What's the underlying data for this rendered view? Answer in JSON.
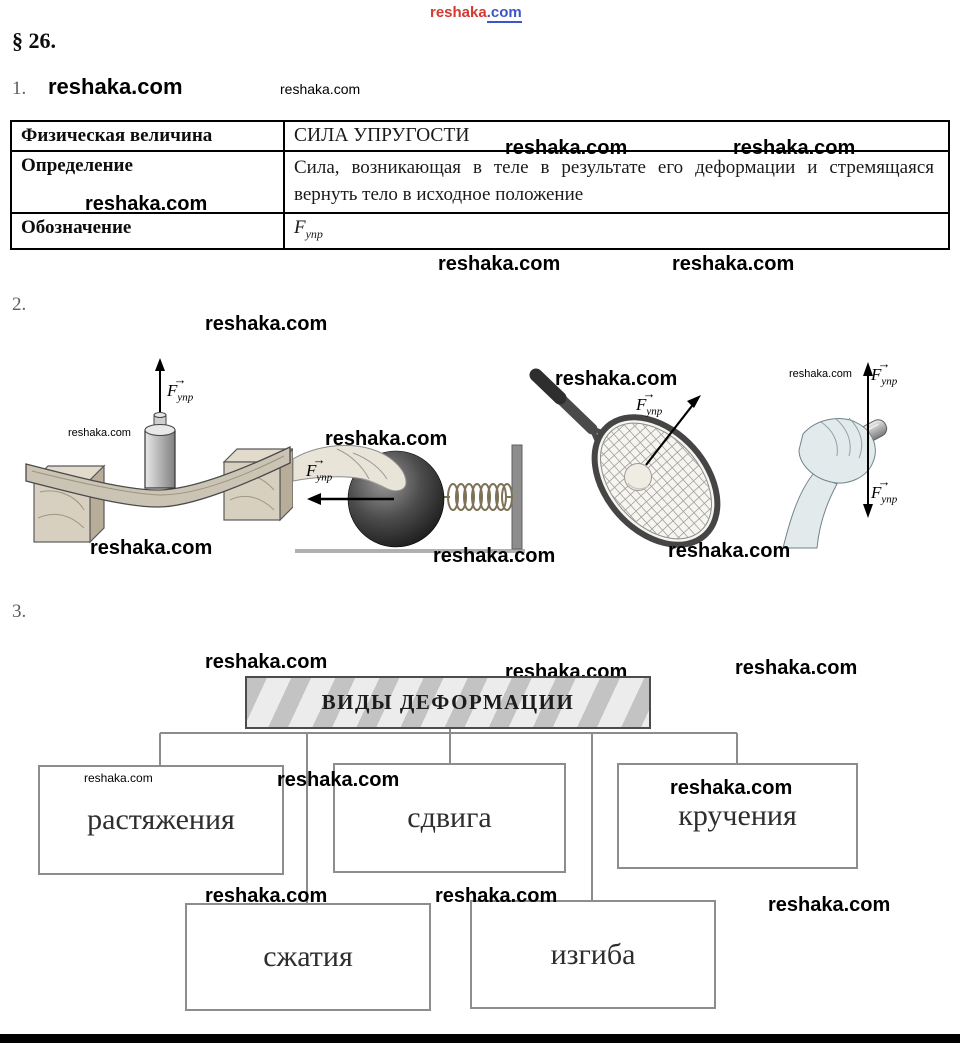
{
  "watermark": {
    "text": "reshaka.com",
    "logo_part1": "reshaka",
    "logo_part2": ".com"
  },
  "sections": {
    "heading": "§ 26.",
    "item1": "1.",
    "item2": "2.",
    "item3": "3."
  },
  "table": {
    "rows": [
      {
        "label": "Физическая величина",
        "value": "СИЛА УПРУГОСТИ"
      },
      {
        "label": "Определение",
        "value": "Сила, возникающая в теле в результате его деформации и стремящаяся вернуть тело в исходное положение"
      },
      {
        "label": "Обозначение"
      }
    ]
  },
  "force": {
    "letter": "F",
    "sub": "упр",
    "arrow": "→"
  },
  "flowchart": {
    "title": "ВИДЫ ДЕФОРМАЦИИ",
    "boxes": [
      {
        "label": "растяжения"
      },
      {
        "label": "сдвига"
      },
      {
        "label": "кручения"
      },
      {
        "label": "сжатия"
      },
      {
        "label": "изгиба"
      }
    ]
  },
  "colors": {
    "logo_red": "#d23a32",
    "logo_blue": "#3c55c8",
    "ink": "#000000"
  },
  "illustrations": [
    {
      "icon": "weight-on-bent-beam-illustration"
    },
    {
      "icon": "hand-pressing-ball-on-spring-illustration"
    },
    {
      "icon": "tennis-racket-with-ball-illustration"
    },
    {
      "icon": "hand-squeezing-cylinder-illustration"
    }
  ]
}
